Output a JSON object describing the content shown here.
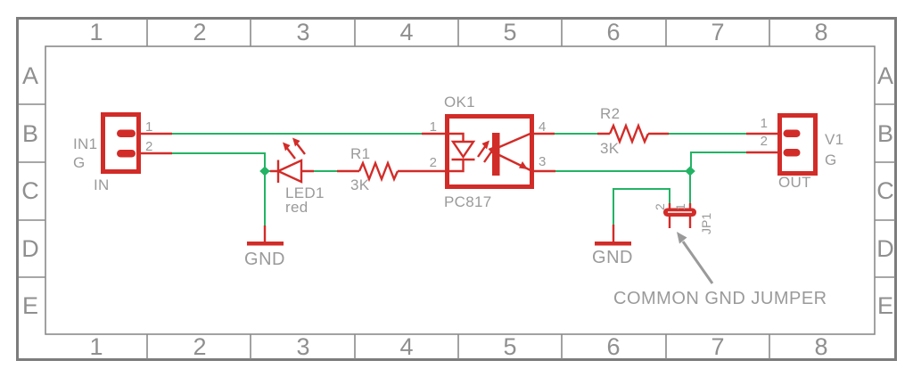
{
  "frame": {
    "columns": [
      "1",
      "2",
      "3",
      "4",
      "5",
      "6",
      "7",
      "8"
    ],
    "rows": [
      "A",
      "B",
      "C",
      "D",
      "E"
    ]
  },
  "colors": {
    "component_red": "#d22c28",
    "net_green": "#23b364",
    "label_gray": "#9a9a9a",
    "frame_gray": "#8a8a8a"
  },
  "parts": {
    "in1": {
      "ref": "IN1",
      "g": "G",
      "name": "IN",
      "pin1": "1",
      "pin2": "2"
    },
    "led1": {
      "ref": "LED1",
      "value": "red"
    },
    "r1": {
      "ref": "R1",
      "value": "3K"
    },
    "ok1": {
      "ref": "OK1",
      "value": "PC817",
      "pin1": "1",
      "pin2": "2",
      "pin3": "3",
      "pin4": "4"
    },
    "r2": {
      "ref": "R2",
      "value": "3K"
    },
    "v1": {
      "ref": "V1",
      "g": "G",
      "name": "OUT",
      "pin1": "1",
      "pin2": "2"
    },
    "jp1": {
      "ref": "JP1",
      "pin1": "1",
      "pin2": "2"
    },
    "gnd_left": {
      "label": "GND"
    },
    "gnd_right": {
      "label": "GND"
    }
  },
  "note": {
    "text": "COMMON GND JUMPER"
  }
}
